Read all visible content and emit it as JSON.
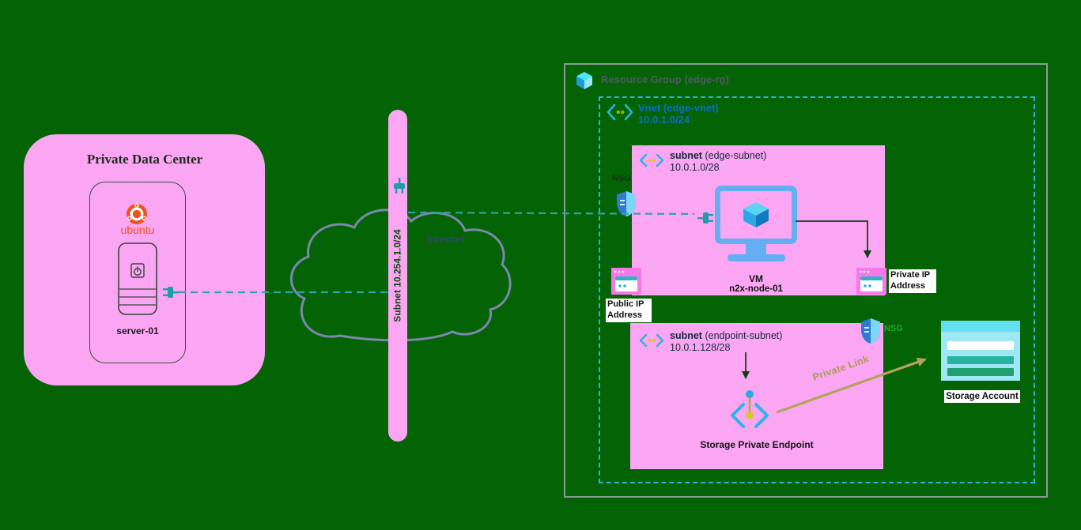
{
  "colors": {
    "background": "#046304",
    "node_pink": "#fba6f3",
    "dashed_link": "#2da5a5",
    "vnet_border": "#2ab6d8",
    "resource_group_border": "#8d9a9a",
    "vnet_text": "#0a6fc2",
    "cloud_outline": "#7b87ab",
    "private_link": "#b3a35c",
    "ubuntu_orange": "#e95420"
  },
  "datacenter": {
    "title": "Private Data Center",
    "ubuntu": "ubuntu",
    "server": "server-01"
  },
  "wan": {
    "subnet_label": "Subnet 10.254.1.0/24",
    "internet_label": "Internet"
  },
  "resource_group": {
    "title": "Resource Group (edge-rg)",
    "vnet": {
      "name": "Vnet (edge-vnet)",
      "cidr": "10.0.1.0/24"
    },
    "subnet1": {
      "bold": "subnet",
      "rest": " (edge-subnet)",
      "cidr": "10.0.1.0/28",
      "nsg": "NSG"
    },
    "subnet2": {
      "bold": "subnet",
      "rest": " (endpoint-subnet)",
      "cidr": "10.0.1.128/28",
      "nsg": "NSG"
    },
    "vm": {
      "label": "VM",
      "name": "n2x-node-01"
    },
    "public_ip_label": "Public IP Address",
    "private_ip_label": "Private IP Address",
    "endpoint_label": "Storage Private Endpoint",
    "storage_label": "Storage Account",
    "private_link_label": "Private Link"
  }
}
